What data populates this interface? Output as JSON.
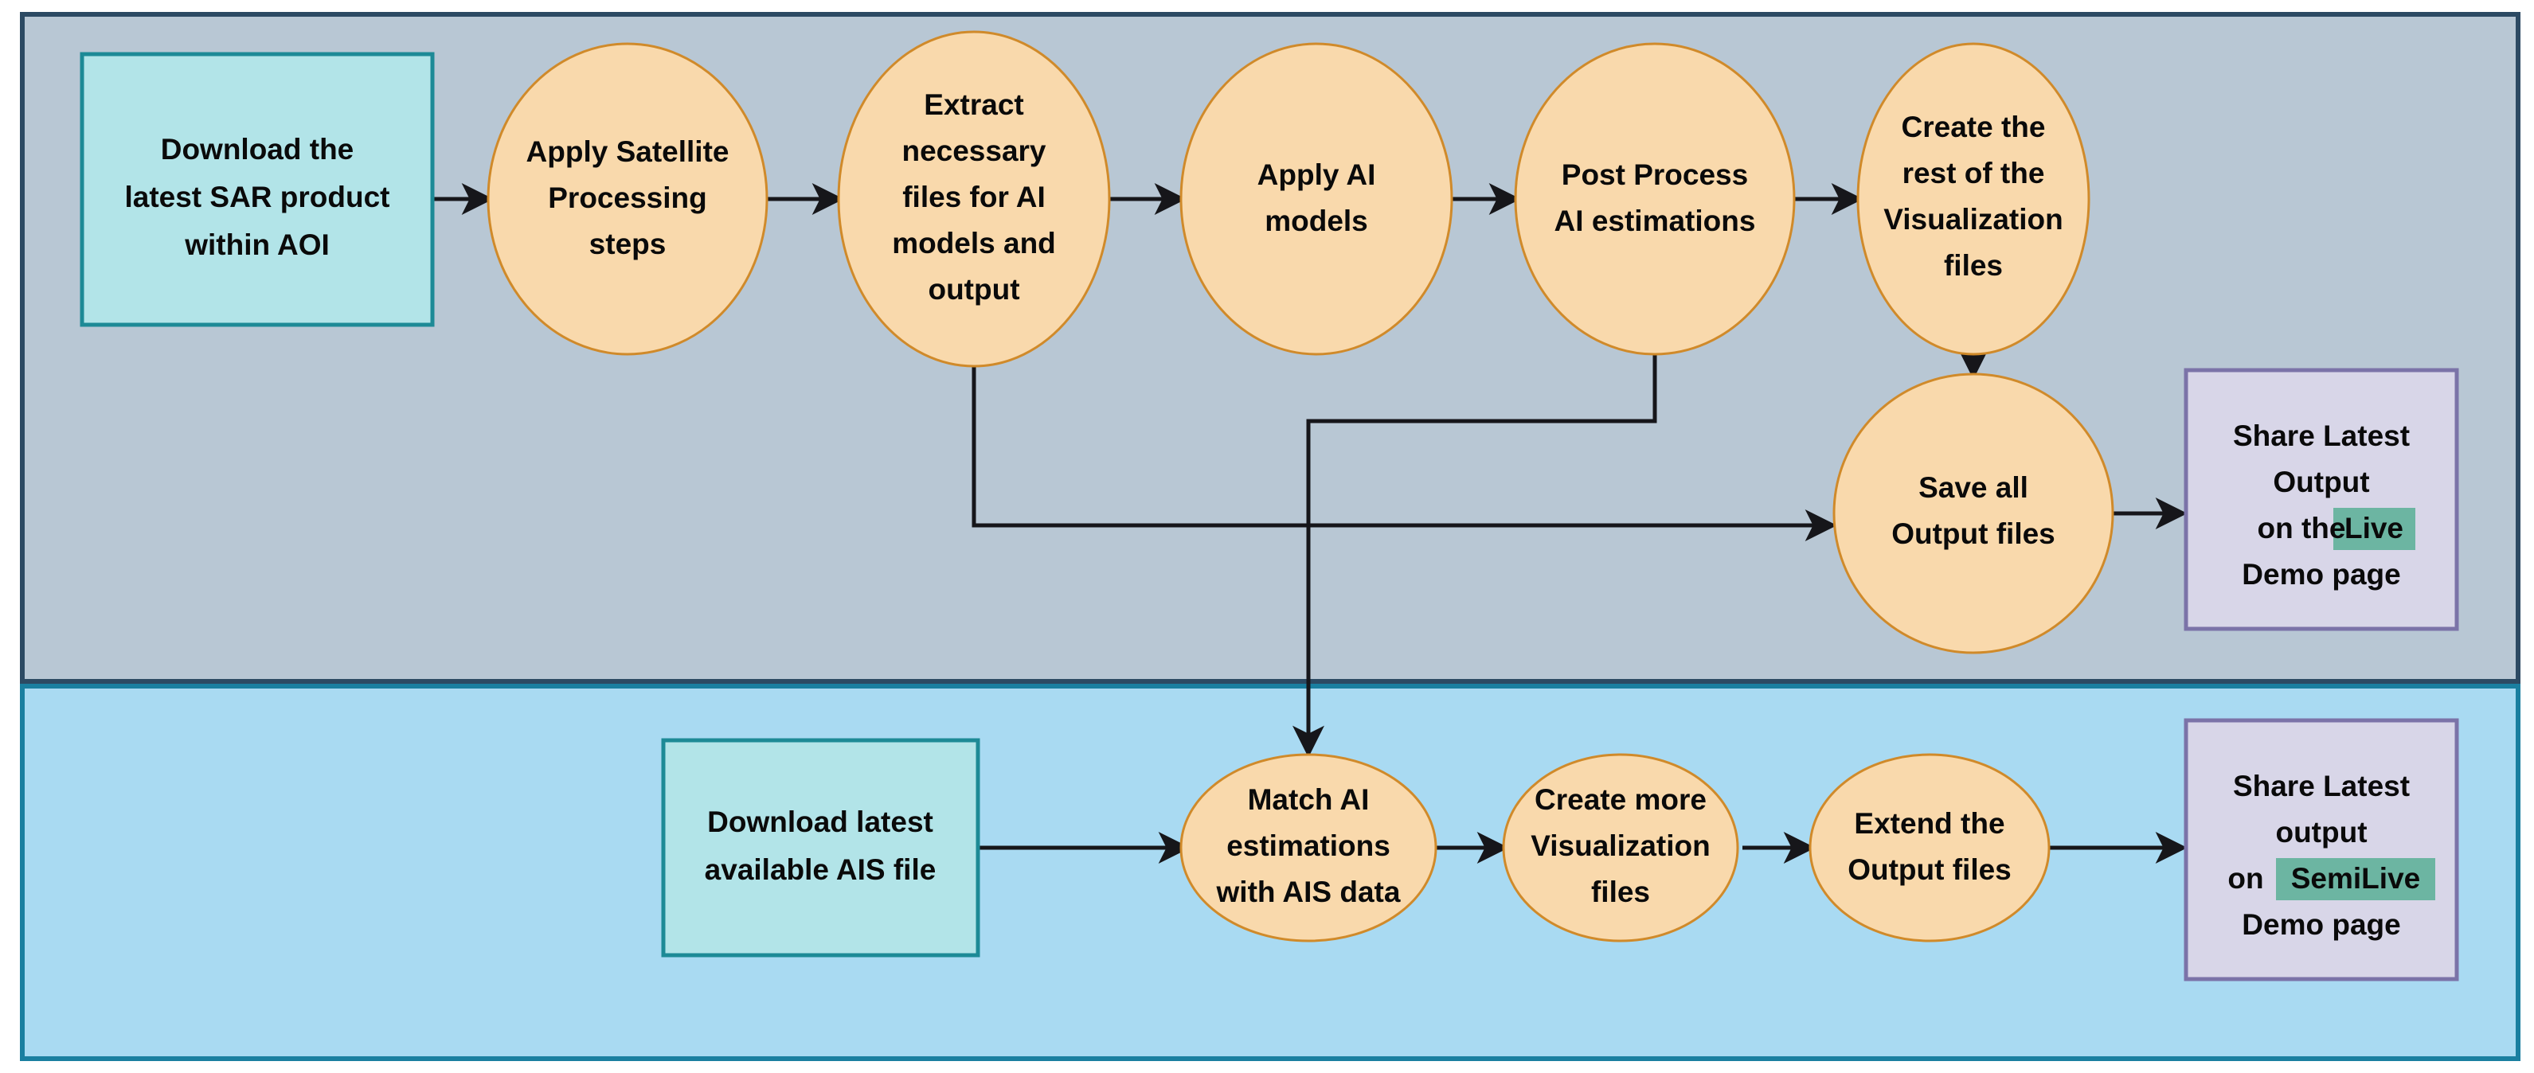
{
  "diagram": {
    "title": "SAR AI processing pipeline flowchart",
    "colors": {
      "lane_top_fill": "#b8c7d4",
      "lane_top_border": "#2c4a63",
      "lane_bottom_fill": "#a9daf2",
      "lane_bottom_border": "#1a7fa0",
      "ellipse_fill": "#f9d9ac",
      "ellipse_border": "#d08a2a",
      "rect_teal_fill": "#b2e4e8",
      "rect_teal_border": "#1d8a96",
      "rect_purple_fill": "#d8d6e8",
      "rect_purple_border": "#7b73a8",
      "highlight": "#6cb5a2",
      "edge": "#16161a"
    }
  },
  "lanes": {
    "top": {
      "name": "live-pipeline-lane"
    },
    "bottom": {
      "name": "semilive-pipeline-lane"
    }
  },
  "nodes": {
    "download_sar": {
      "shape": "rect-teal",
      "lines": [
        "Download the",
        "latest SAR product",
        "within AOI"
      ]
    },
    "apply_satellite": {
      "shape": "ellipse",
      "lines": [
        "Apply Satellite",
        "Processing",
        "steps"
      ]
    },
    "extract_files": {
      "shape": "ellipse",
      "lines": [
        "Extract",
        "necessary",
        "files for AI",
        "models and",
        "output"
      ]
    },
    "apply_ai": {
      "shape": "ellipse",
      "lines": [
        "Apply AI",
        "models"
      ]
    },
    "post_process": {
      "shape": "ellipse",
      "lines": [
        "Post Process",
        "AI estimations"
      ]
    },
    "create_vis": {
      "shape": "ellipse",
      "lines": [
        "Create the",
        "rest of the",
        "Visualization",
        "files"
      ]
    },
    "save_output": {
      "shape": "ellipse",
      "lines": [
        "Save all",
        "Output files"
      ]
    },
    "share_live": {
      "shape": "rect-purple",
      "lines": [
        "Share Latest",
        "Output",
        "on the ",
        "Demo page"
      ],
      "highlight_word": "Live",
      "highlight_line_index": 2
    },
    "download_ais": {
      "shape": "rect-teal",
      "lines": [
        "Download latest",
        "available AIS file"
      ]
    },
    "match_ais": {
      "shape": "ellipse",
      "lines": [
        "Match AI",
        "estimations",
        "with AIS data"
      ]
    },
    "create_more_vis": {
      "shape": "ellipse",
      "lines": [
        "Create more",
        "Visualization",
        "files"
      ]
    },
    "extend_output": {
      "shape": "ellipse",
      "lines": [
        "Extend the",
        "Output files"
      ]
    },
    "share_semilive": {
      "shape": "rect-purple",
      "lines": [
        "Share Latest",
        "output",
        "on ",
        "Demo page"
      ],
      "highlight_word": "SemiLive",
      "highlight_line_index": 2
    }
  },
  "edges": [
    {
      "from": "download_sar",
      "to": "apply_satellite",
      "kind": "straight-right"
    },
    {
      "from": "apply_satellite",
      "to": "extract_files",
      "kind": "straight-right"
    },
    {
      "from": "extract_files",
      "to": "apply_ai",
      "kind": "straight-right"
    },
    {
      "from": "apply_ai",
      "to": "post_process",
      "kind": "straight-right"
    },
    {
      "from": "post_process",
      "to": "create_vis",
      "kind": "straight-right"
    },
    {
      "from": "create_vis",
      "to": "save_output",
      "kind": "down"
    },
    {
      "from": "save_output",
      "to": "share_live",
      "kind": "straight-right"
    },
    {
      "from": "extract_files",
      "to": "save_output",
      "kind": "down-right"
    },
    {
      "from": "post_process",
      "to": "match_ais",
      "kind": "down-left-down"
    },
    {
      "from": "download_ais",
      "to": "match_ais",
      "kind": "straight-right"
    },
    {
      "from": "match_ais",
      "to": "create_more_vis",
      "kind": "straight-right"
    },
    {
      "from": "create_more_vis",
      "to": "extend_output",
      "kind": "straight-right"
    },
    {
      "from": "extend_output",
      "to": "share_semilive",
      "kind": "straight-right"
    }
  ]
}
